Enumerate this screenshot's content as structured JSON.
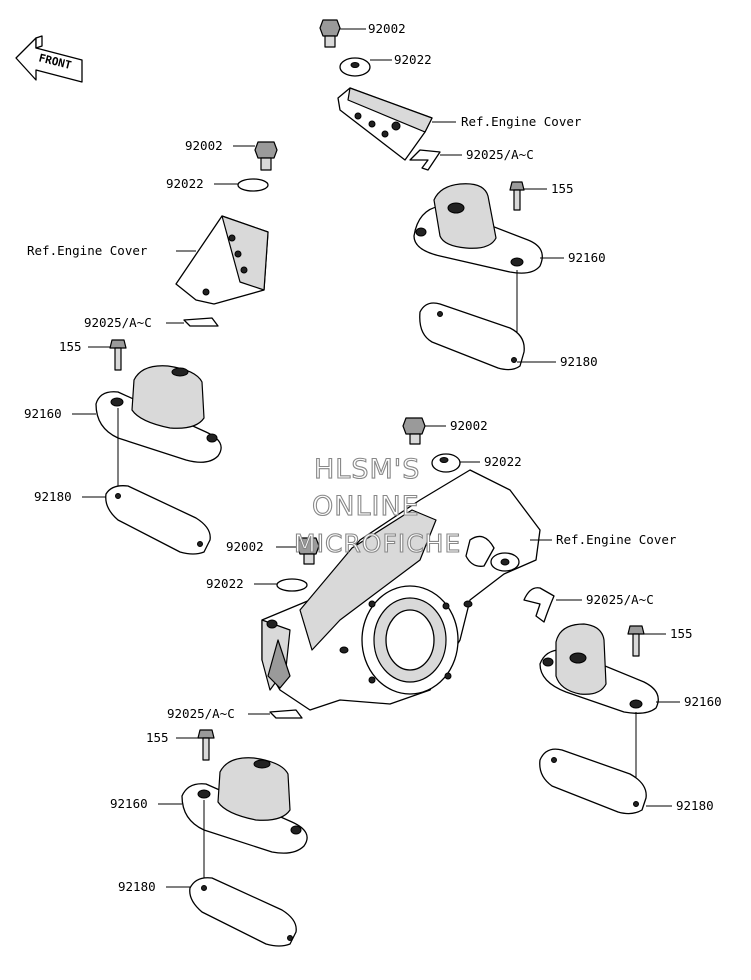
{
  "front_arrow": {
    "label": "FRONT"
  },
  "watermark": {
    "line1": "HLSM'S",
    "line2": "ONLINE",
    "line3": "MICROFICHE"
  },
  "labels": {
    "top_bolt": "92002",
    "top_washer": "92022",
    "top_ref_cover": "Ref.Engine Cover",
    "top_clip": "92025/A~C",
    "top_screw": "155",
    "top_mount": "92160",
    "top_plate": "92180",
    "left_bolt": "92002",
    "left_washer": "92022",
    "left_ref_cover": "Ref.Engine Cover",
    "left_clip": "92025/A~C",
    "left_screw": "155",
    "left_mount": "92160",
    "left_plate": "92180",
    "mid_bolt": "92002",
    "mid_washer": "92022",
    "mid_ref_cover": "Ref.Engine Cover",
    "mid_clip": "92025/A~C",
    "right_screw": "155",
    "right_mount": "92160",
    "right_plate": "92180",
    "low_bolt": "92002",
    "low_washer": "92022",
    "low_clip": "92025/A~C",
    "low_screw": "155",
    "low_mount": "92160",
    "low_plate": "92180"
  }
}
